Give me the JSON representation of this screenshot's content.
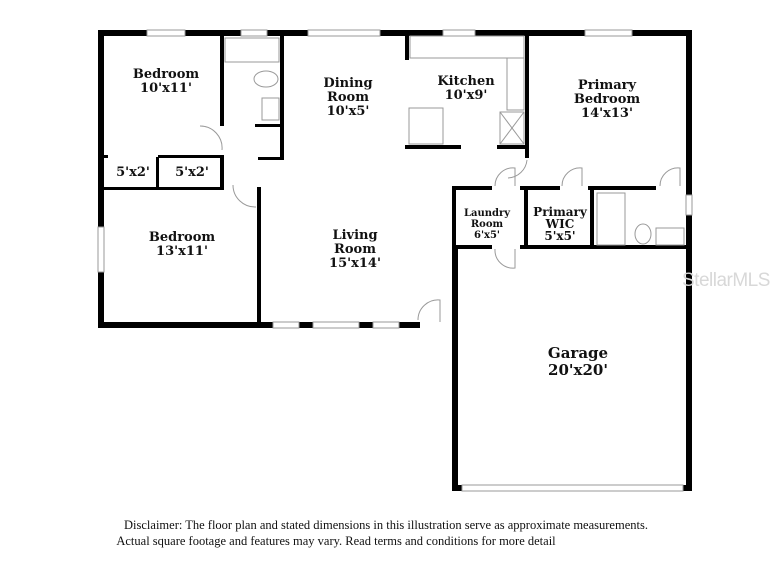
{
  "rooms": {
    "bedroom1": {
      "name": "Bedroom",
      "dims": "10'x11'"
    },
    "closet1": {
      "dims": "5'x2'"
    },
    "closet2": {
      "dims": "5'x2'"
    },
    "bedroom2": {
      "name": "Bedroom",
      "dims": "13'x11'"
    },
    "dining": {
      "name1": "Dining",
      "name2": "Room",
      "dims": "10'x5'"
    },
    "kitchen": {
      "name": "Kitchen",
      "dims": "10'x9'"
    },
    "primary_bedroom": {
      "name1": "Primary",
      "name2": "Bedroom",
      "dims": "14'x13'"
    },
    "living": {
      "name1": "Living",
      "name2": "Room",
      "dims": "15'x14'"
    },
    "laundry": {
      "name1": "Laundry",
      "name2": "Room",
      "dims": "6'x5'"
    },
    "wic": {
      "name1": "Primary",
      "name2": "WIC",
      "dims": "5'x5'"
    },
    "garage": {
      "name": "Garage",
      "dims": "20'x20'"
    }
  },
  "watermark": "StellarMLS",
  "disclaimer": {
    "line1": "Disclaimer: The floor plan and stated dimensions in this illustration serve as approximate measurements.",
    "line2": "Actual square footage and features may vary. Read terms and conditions for more detail"
  }
}
